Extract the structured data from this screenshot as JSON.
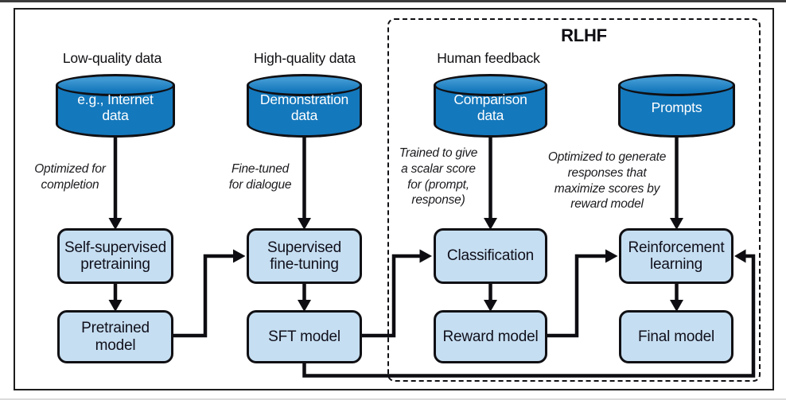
{
  "rlhf_label": "RLHF",
  "colors": {
    "cylinder-blue": "#1478bc",
    "cylinder-blue-light": "#3f98d2",
    "node-fill": "#c6def1",
    "outline": "#101014"
  },
  "columns": [
    {
      "header": "Low-quality data",
      "datastore": "e.g., Internet\ndata",
      "annotation": "Optimized for\ncompletion",
      "top_box": "Self-supervised\npretraining",
      "bottom_box": "Pretrained\nmodel"
    },
    {
      "header": "High-quality data",
      "datastore": "Demonstration\ndata",
      "annotation": "Fine-tuned\nfor dialogue",
      "top_box": "Supervised\nfine-tuning",
      "bottom_box": "SFT model"
    },
    {
      "header": "Human feedback",
      "datastore": "Comparison\ndata",
      "annotation": "Trained to give\na scalar score\nfor (prompt,\nresponse)",
      "top_box": "Classification",
      "bottom_box": "Reward model"
    },
    {
      "header": "",
      "datastore": "Prompts",
      "annotation": "Optimized to generate\nresponses that\nmaximize scores by\nreward model",
      "top_box": "Reinforcement\nlearning",
      "bottom_box": "Final model"
    }
  ]
}
